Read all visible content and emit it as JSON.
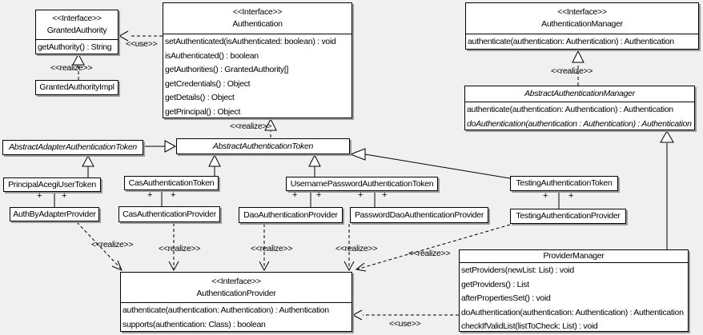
{
  "colors": {
    "background": "#f0f0f0",
    "box_fill": "#ffffff",
    "border": "#000000",
    "shadow": "#9b9b9b"
  },
  "labels": {
    "use": "<<use>>",
    "realize": "<<realize>>",
    "plus": "+"
  },
  "classes": {
    "granted_authority": {
      "stereotype": "<<Interface>>",
      "name": "GrantedAuthority",
      "methods": [
        "getAuthority() : String"
      ]
    },
    "granted_authority_impl": {
      "name": "GrantedAuthorityImpl"
    },
    "authentication": {
      "stereotype": "<<Interface>>",
      "name": "Authentication",
      "methods": [
        "setAuthenticated(isAuthenticated: boolean) : void",
        "isAuthenticated() : boolean",
        "getAuthorities() : GrantedAuthority[]",
        "getCredentials() : Object",
        "getDetails() : Object",
        "getPrincipal() : Object"
      ]
    },
    "authentication_manager": {
      "stereotype": "<<Interface>>",
      "name": "AuthenticationManager",
      "methods": [
        "authenticate(authentication: Authentication) : Authentication"
      ]
    },
    "abstract_authentication_manager": {
      "name": "AbstractAuthenticationManager",
      "methods": [
        "authenticate(authentication: Authentication) : Authentication",
        "doAuthentication(authentication : Authentication) : Authentication"
      ]
    },
    "abstract_adapter_authentication_token": {
      "name": "AbstractAdapterAuthenticationToken"
    },
    "abstract_authentication_token": {
      "name": "AbstractAuthenticationToken"
    },
    "principal_acegi_user_token": {
      "name": "PrincipalAcegiUserToken"
    },
    "cas_authentication_token": {
      "name": "CasAuthenticationToken"
    },
    "username_password_authentication_token": {
      "name": "UsernamePasswordAuthenticationToken"
    },
    "testing_authentication_token": {
      "name": "TestingAuthenticationToken"
    },
    "auth_by_adapter_provider": {
      "name": "AuthByAdapterProvider"
    },
    "cas_authentication_provider": {
      "name": "CasAuthenticationProvider"
    },
    "dao_authentication_provider": {
      "name": "DaoAuthenticationProvider"
    },
    "password_dao_authentication_provider": {
      "name": "PasswordDaoAuthenticationProvider"
    },
    "testing_authentication_provider": {
      "name": "TestingAuthenticationProvider"
    },
    "authentication_provider": {
      "stereotype": "<<Interface>>",
      "name": "AuthenticationProvider",
      "methods": [
        "authenticate(authentication: Authentication) : Authentication",
        "supports(authentication: Class) : boolean"
      ]
    },
    "provider_manager": {
      "name": "ProviderManager",
      "methods": [
        "setProviders(newList: List) : void",
        "getProviders() : List",
        "afterPropertiesSet() : void",
        "doAuthentication(authentication: Authentication) : Authentication",
        "checkIfValidList(listToCheck: List) : void"
      ]
    }
  }
}
